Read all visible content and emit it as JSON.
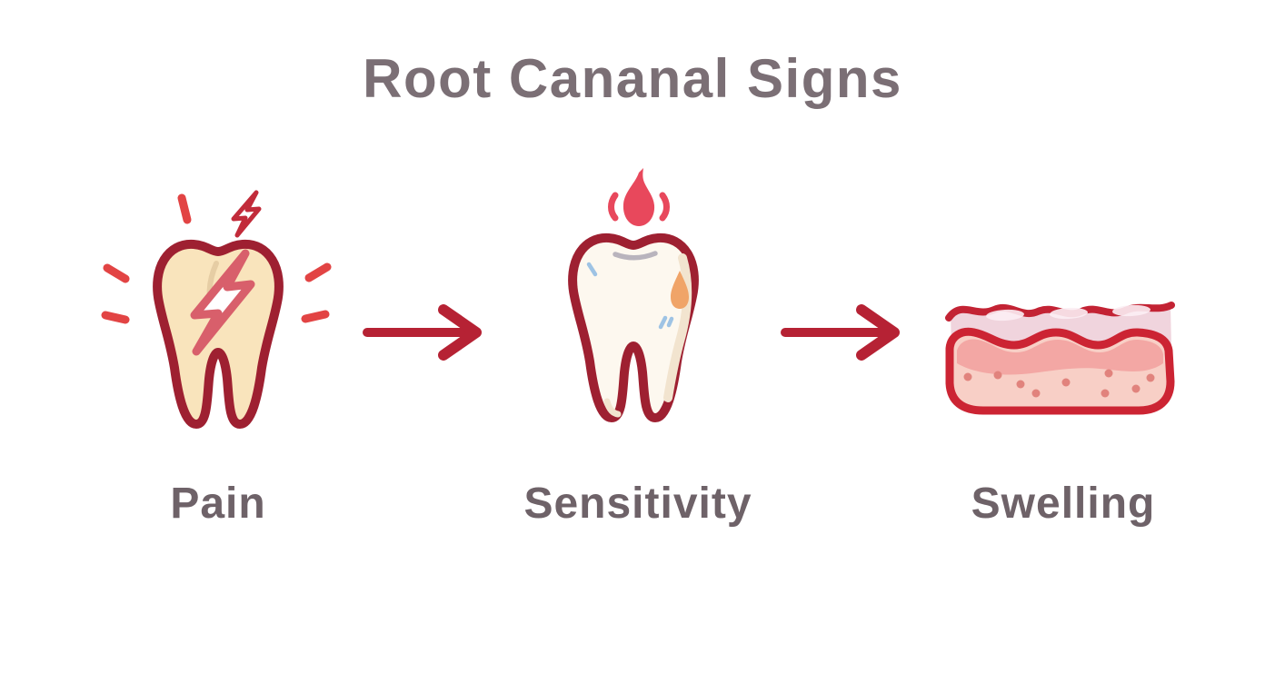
{
  "title": "Root Cananal Signs",
  "steps": [
    {
      "label": "Pain",
      "icon": "tooth-lightning-icon"
    },
    {
      "label": "Sensitivity",
      "icon": "tooth-hot-cold-icon"
    },
    {
      "label": "Swelling",
      "icon": "swollen-gum-icon"
    }
  ],
  "colors": {
    "background": "#ffffff",
    "title_text": "#7b6f75",
    "label_text": "#6e6268",
    "outline": "#9e2031",
    "arrow": "#b62234",
    "burst": "#e24444",
    "bolt_stroke": "#d85f6b",
    "mini_bolt": "#c22b3a",
    "tooth_cream": "#f9e4bc",
    "tooth_cream_shade": "#e6cda4",
    "tooth_white": "#fdf8ef",
    "tooth_white_shade": "#f2e4cf",
    "flame": "#e8485c",
    "snowflake": "#a9c9e8",
    "dash_blue": "#9ec3e4",
    "droplet": "#f0a468",
    "gloss_gray": "#b9b4bd",
    "gum_skin": "#f0d4dd",
    "gum_skin_line": "#c32334",
    "gum_highlight": "#fceef4",
    "gum_fill": "#f8cfc6",
    "gum_band": "#f3a7a4",
    "gum_outline": "#cc2433",
    "gum_dot": "#e1837d"
  }
}
